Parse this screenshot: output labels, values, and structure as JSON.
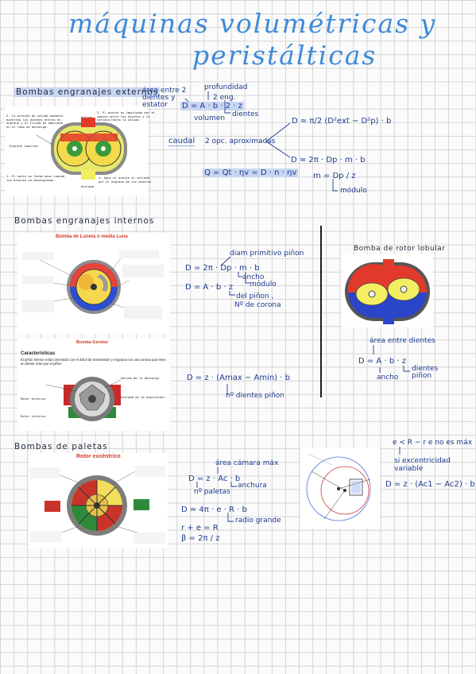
{
  "title": {
    "line1": "máquinas volumétricas y",
    "line2": "peristálticas"
  },
  "sections": {
    "externos": "Bombas engranajes externos",
    "internos": "Bombas engranajes internos",
    "paletas": "Bombas de paletas",
    "lobular": "Bomba de rotor lobular"
  },
  "externos": {
    "area_label": "área entre 2\ndientes y\nestator",
    "profundidad": "profundidad",
    "two_eng": "2 eng.",
    "formula": "D = A · b · 2 · z",
    "volumen": "volumen",
    "dientes": "dientes",
    "caudal": "caudal",
    "aprox": "2 opc. aproximadas",
    "formula_ext": "D ≈ π/2 (D²ext − D²p) · b",
    "formula_2pi": "D ≈ 2π · Dp · m · b",
    "modulo_formula": "m = Dp / z",
    "modulo": "módulo",
    "q_formula": "Q = Qt · ηv = D · n · ηv",
    "img_notes": {
      "n1": "2. La presión de salida aumenta\nmientras los dientes entran en\nengrane y el fluido es empujado\nen el lado de descarga.",
      "n2": "3. El aceite es impulsado por el\ncamino entre los dientes y la\ncarcasa hasta la salida.",
      "n3": "1. El vacío se forma aquí cuando\nlos dientes se desengranan.",
      "n4": "4. Aquí el aceite es sellado\npor el engrane de los dientes.",
      "salida": "Salida",
      "entrada": "Entrada",
      "engrane": "Engrane impulsor"
    }
  },
  "internos": {
    "lunet_title": "Bomba de Luneta o media Luna",
    "diam": "diam primitivo piñon",
    "formula_2pi": "D = 2π · Dp · m · b",
    "ancho": "ancho",
    "modulo": "módulo",
    "formula_abz": "D = A · b · z",
    "del_pinon": "del piñon ,",
    "n_corona": "Nº de corona",
    "gerotor_title": "Bomba Gerotor",
    "caract": "Características",
    "caract_text": "El piñon interior está conectado con el árbol de transmisión y engrana con una corona que tiene un diente más que el piñon",
    "gerotor_formula": "D = z · (Amax − Amin) · b",
    "n_dientes": "nº dientes piñon",
    "gerotor_labels": {
      "l1": "Salida de la descarga",
      "l2": "Entrada de la aspiración",
      "l3": "Rotor exterior",
      "l4": "Rotor interior"
    }
  },
  "lobular": {
    "area": "área entre dientes",
    "formula": "D = A · b · z",
    "ancho": "ancho",
    "dientes_pinon": "dientes\npiñon"
  },
  "paletas": {
    "rotor_title": "Rotor excéntrico",
    "area_camara": "área cámara máx",
    "formula_ac": "D = z · Ac · b",
    "anchura": "anchura",
    "n_paletas": "nº paletas",
    "formula_4pi": "D ≈ 4π · e · R · b",
    "radio": "radio grande",
    "r_e": "r + e = R",
    "beta": "β = 2π / z",
    "cond": "e < R − r  e no es máx",
    "excentricidad": "si excentricidad\nvariable",
    "formula_var": "D = z · (Ac1 − Ac2) · b"
  }
}
